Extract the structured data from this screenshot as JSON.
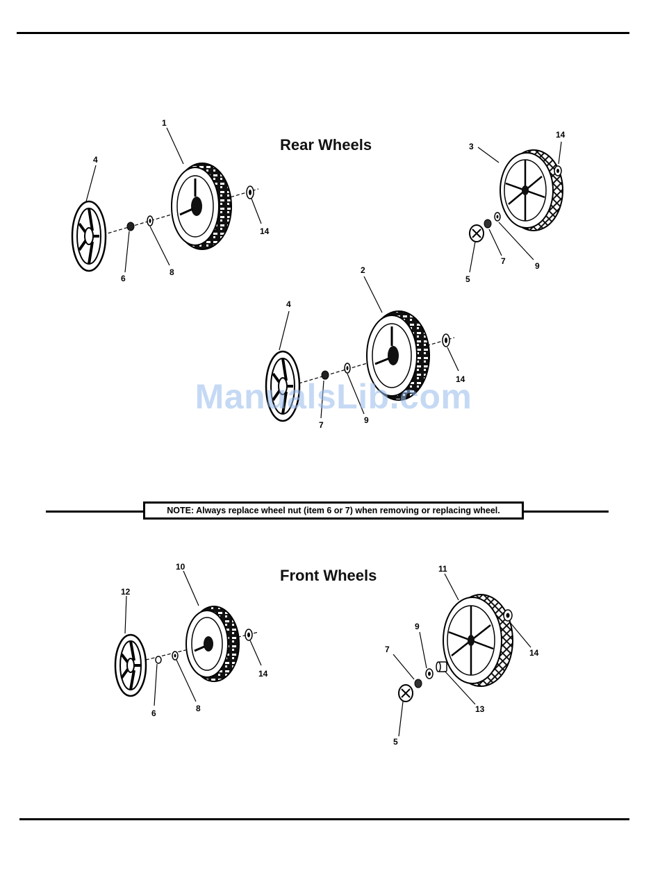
{
  "sections": {
    "rear_title": "Rear Wheels",
    "front_title": "Front Wheels"
  },
  "note": "NOTE: Always replace wheel nut (item 6 or 7) when removing or replacing wheel.",
  "watermark": "ManualsLib.com",
  "callouts": {
    "rear_a": [
      "1",
      "4",
      "6",
      "8",
      "14"
    ],
    "rear_b": [
      "3",
      "14",
      "5",
      "7",
      "9"
    ],
    "rear_c": [
      "2",
      "4",
      "7",
      "9",
      "14"
    ],
    "front_a": [
      "10",
      "12",
      "6",
      "8",
      "14"
    ],
    "front_b": [
      "11",
      "9",
      "7",
      "14",
      "13",
      "5"
    ]
  },
  "colors": {
    "ink": "#000000",
    "watermark": "#96b9eb"
  }
}
